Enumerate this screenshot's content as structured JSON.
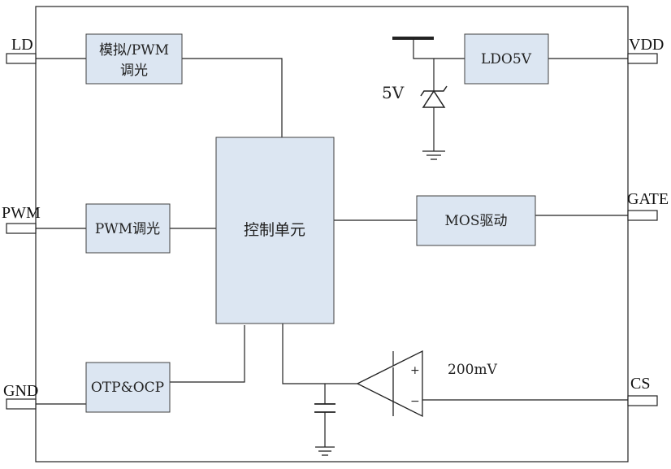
{
  "pins": {
    "ld": "LD",
    "pwm": "PWM",
    "gnd": "GND",
    "vdd": "VDD",
    "gate": "GATE",
    "cs": "CS"
  },
  "blocks": {
    "analog_pwm_line1": "模拟/PWM",
    "analog_pwm_line2": "调光",
    "pwm_dimming": "PWM调光",
    "otp_ocp": "OTP&OCP",
    "control_unit": "控制单元",
    "ldo": "LDO5V",
    "mos_driver": "MOS驱动"
  },
  "labels": {
    "zener_voltage": "5V",
    "reference_voltage": "200mV",
    "comparator_plus": "+",
    "comparator_minus": "−"
  },
  "colors": {
    "block_fill": "#dce6f2",
    "block_stroke": "#404040",
    "wire": "#222222"
  }
}
